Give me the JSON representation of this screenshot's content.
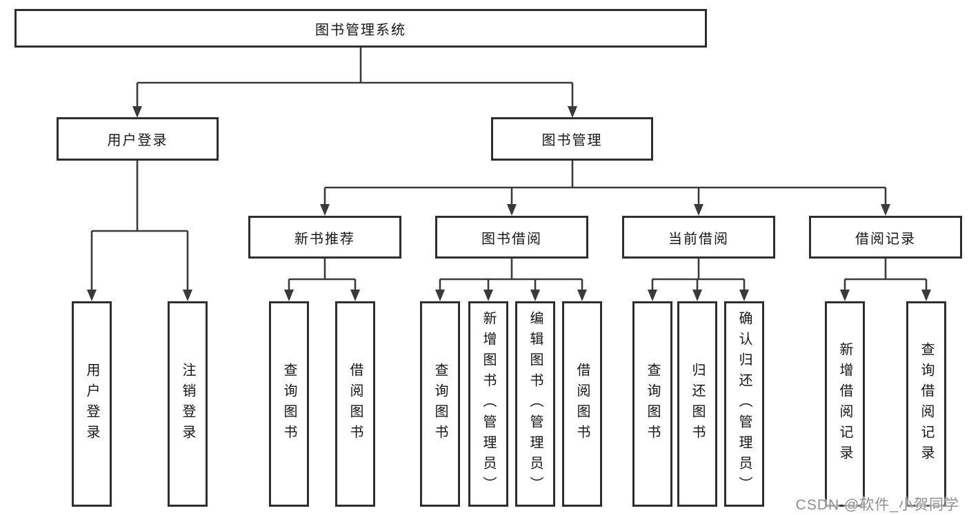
{
  "colors": {
    "background": "#ffffff",
    "line": "#3a3a3a",
    "box_border": "#2e2e2e",
    "text": "#161616",
    "watermark": "#8f8f8f"
  },
  "tree": {
    "root": {
      "label": "图书管理系统"
    },
    "branches": [
      {
        "label": "用户登录",
        "leaves": [
          {
            "label": "用户登录"
          },
          {
            "label": "注销登录"
          }
        ]
      },
      {
        "label": "图书管理",
        "groups": [
          {
            "label": "新书推荐",
            "leaves": [
              {
                "label": "查询图书"
              },
              {
                "label": "借阅图书"
              }
            ]
          },
          {
            "label": "图书借阅",
            "leaves": [
              {
                "label": "查询图书"
              },
              {
                "label": "新增图书（管理员）"
              },
              {
                "label": "编辑图书（管理员）"
              },
              {
                "label": "借阅图书"
              }
            ]
          },
          {
            "label": "当前借阅",
            "leaves": [
              {
                "label": "查询图书"
              },
              {
                "label": "归还图书"
              },
              {
                "label": "确认归还（管理员）"
              }
            ]
          },
          {
            "label": "借阅记录",
            "leaves": [
              {
                "label": "新增借阅记录"
              },
              {
                "label": "查询借阅记录"
              }
            ]
          }
        ]
      }
    ]
  },
  "watermark": {
    "text": "CSDN @软件_小贺同学"
  }
}
